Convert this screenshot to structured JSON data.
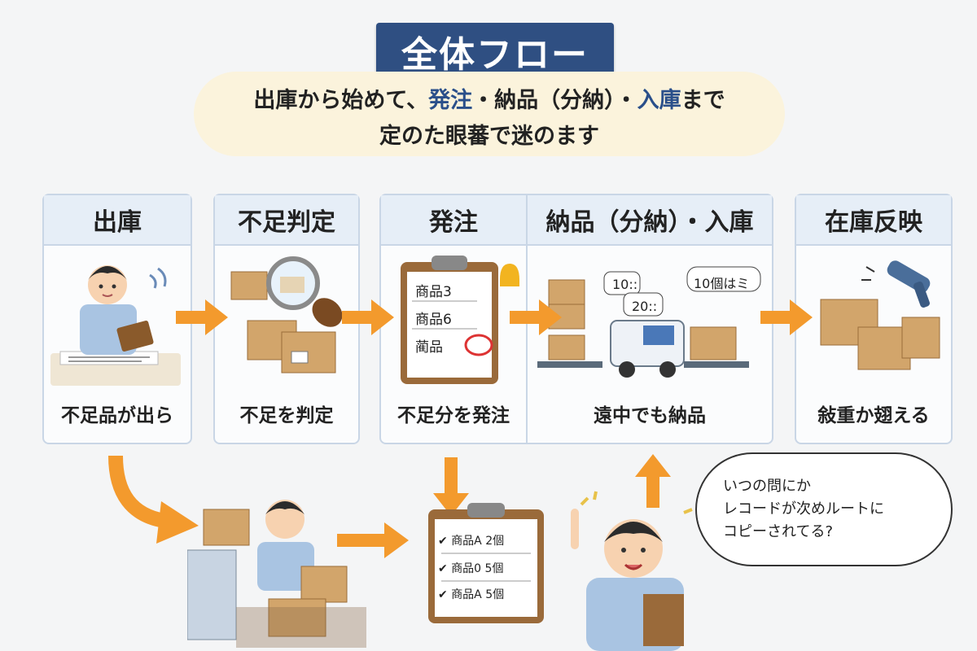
{
  "title": "全体フロー",
  "subtitle": {
    "line1_before": "出庫から始めて、",
    "line1_highlight1": "発注",
    "line1_mid": "・納品（分納）・",
    "line1_highlight2": "入庫",
    "line1_after": "まで",
    "line2": "定のた眼蕃で迷のます"
  },
  "steps": [
    {
      "heading": "出庫",
      "caption": "不足品が出ら"
    },
    {
      "heading": "不足判定",
      "caption": "不足を判定"
    },
    {
      "heading": "発注",
      "caption": "不足分を発注"
    },
    {
      "heading": "納品（分納）・入庫",
      "caption": "遠中でも納品"
    },
    {
      "heading": "在庫反映",
      "caption": "敍重か翅える"
    }
  ],
  "order_clipboard": [
    "商品3",
    "商品6",
    "蔺品"
  ],
  "delivery_tags": [
    "10::",
    "20::",
    "10個はミ"
  ],
  "checklist": [
    "商品A 2個",
    "商品0 5個",
    "商品A 5個"
  ],
  "bubble": {
    "line1": "いつの問にか",
    "line2": "レコードが次めルートに",
    "line3": "コピーされてる?"
  },
  "colors": {
    "accent_orange": "#f39a2d",
    "title_bg": "#2f4f82",
    "card_border": "#c9d6e6",
    "card_head_bg": "#e6eef7",
    "subtitle_bg": "#fbf3dc"
  }
}
